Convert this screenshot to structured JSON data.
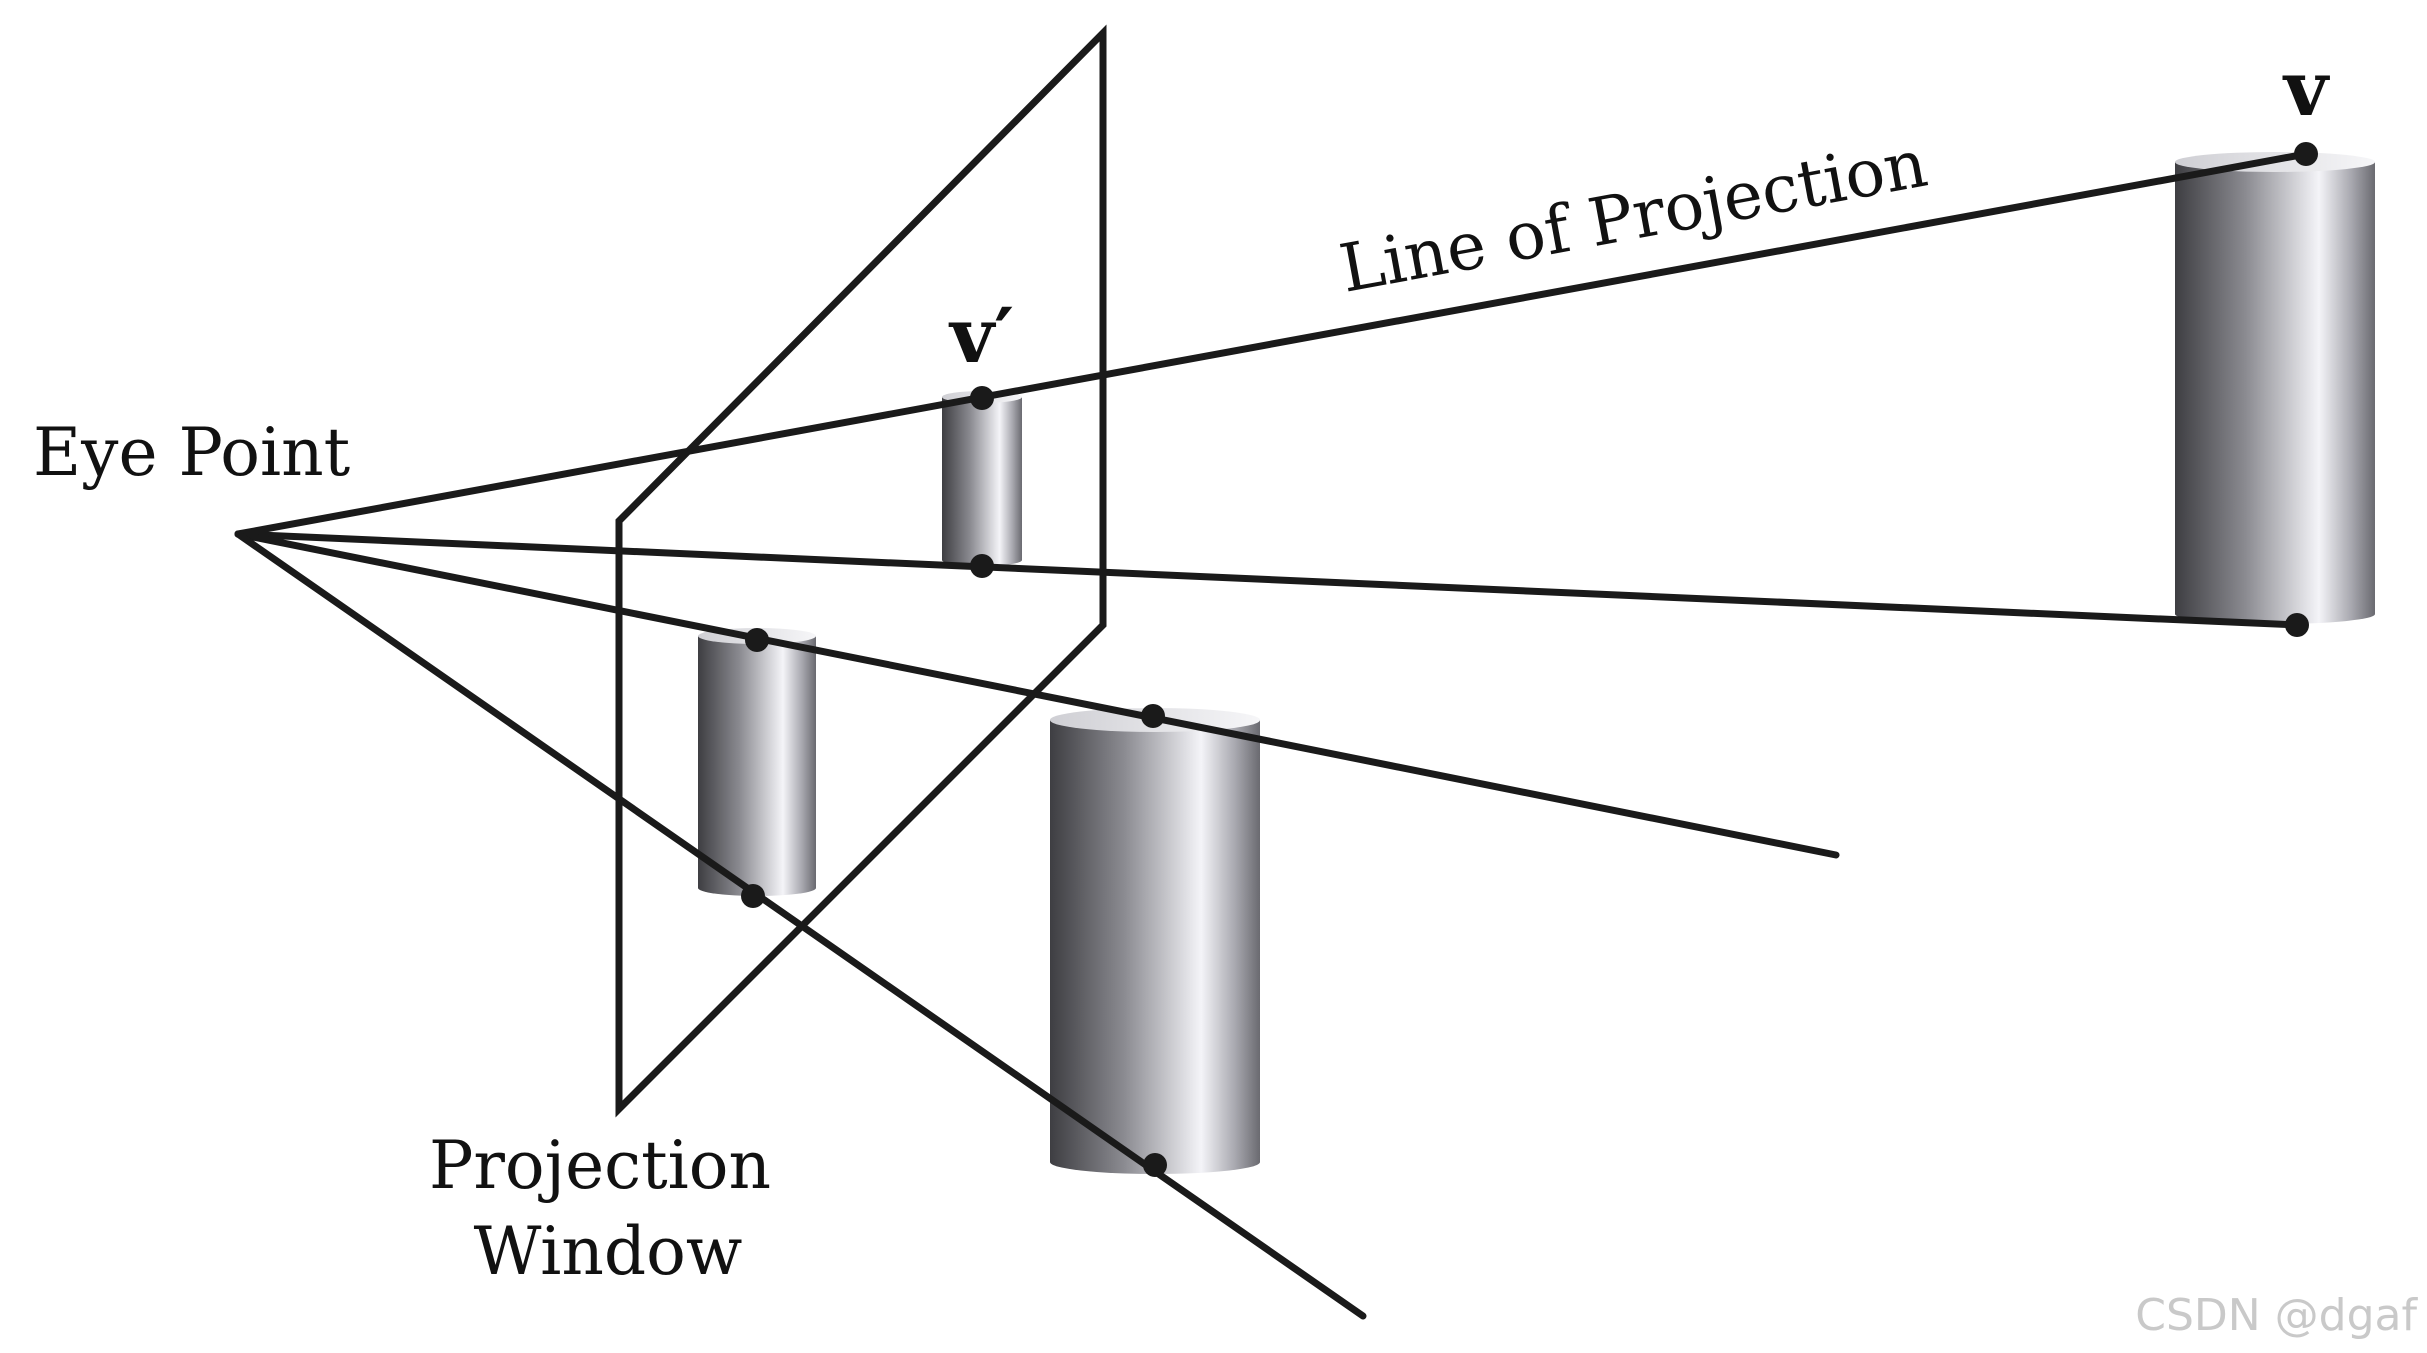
{
  "labels": {
    "eye_point": "Eye Point",
    "line_of_projection": "Line of Projection",
    "projection_window_line1": "Projection",
    "projection_window_line2": "Window",
    "v": "v",
    "v_prime": "v′"
  },
  "watermark": "CSDN @dgaf",
  "colors": {
    "line": "#1a1a1a",
    "cylinder_dark": "#4a4a4e",
    "cylinder_mid": "#8c8c92",
    "cylinder_light": "#f2f2f6",
    "background": "#ffffff"
  }
}
